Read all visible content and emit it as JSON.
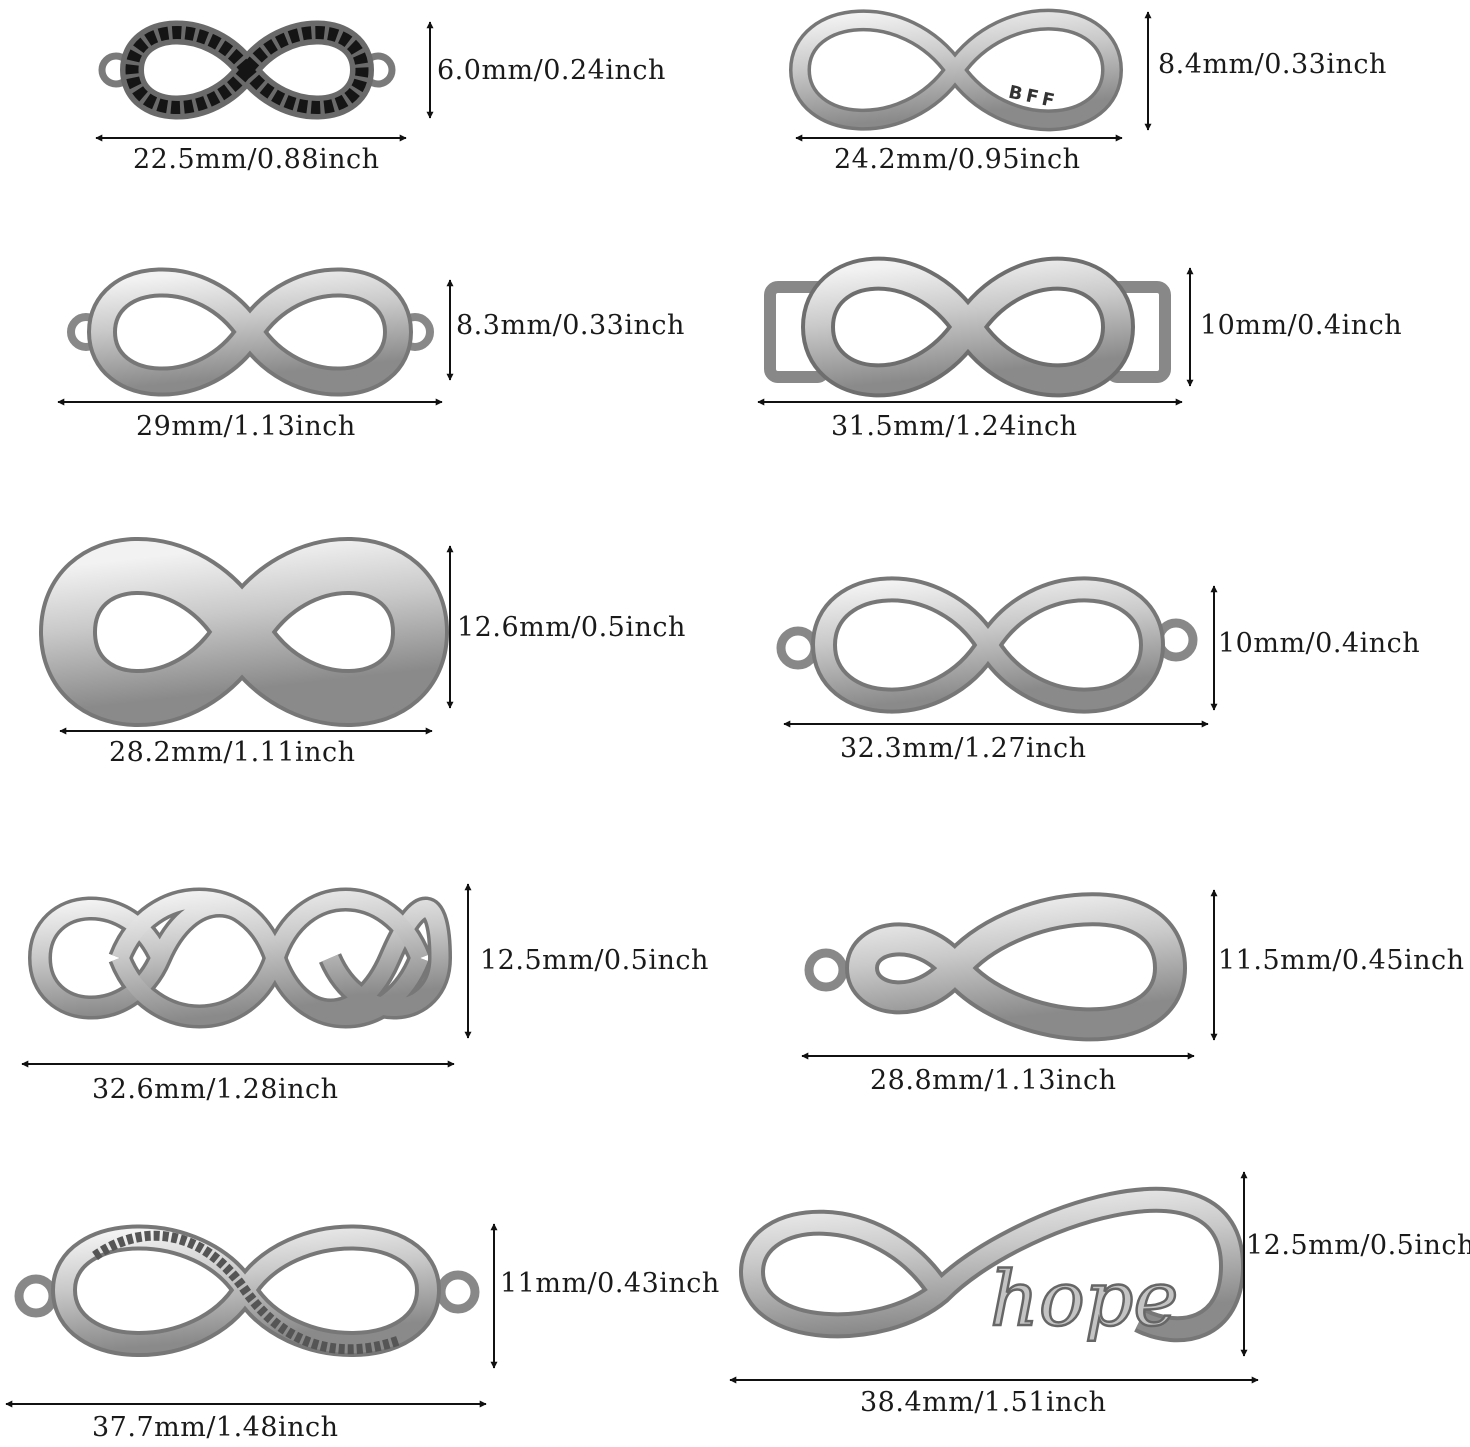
{
  "colors": {
    "metal_light": "#e8e8e8",
    "metal_mid": "#bdbdbd",
    "metal_dark": "#6a6a6a",
    "rhinestone": "#151515",
    "arrow": "#111111",
    "background": "#ffffff"
  },
  "charms": [
    {
      "id": "rhinestone-infinity",
      "width_label": "22.5mm/0.88inch",
      "height_label": "6.0mm/0.24inch"
    },
    {
      "id": "bff-infinity",
      "width_label": "24.2mm/0.95inch",
      "height_label": "8.4mm/0.33inch",
      "engraving": "BFF"
    },
    {
      "id": "loop-infinity",
      "width_label": "29mm/1.13inch",
      "height_label": "8.3mm/0.33inch"
    },
    {
      "id": "bracket-infinity",
      "width_label": "31.5mm/1.24inch",
      "height_label": "10mm/0.4inch"
    },
    {
      "id": "solid-infinity",
      "width_label": "28.2mm/1.11inch",
      "height_label": "12.6mm/0.5inch"
    },
    {
      "id": "thin-loop-infinity",
      "width_label": "32.3mm/1.27inch",
      "height_label": "10mm/0.4inch"
    },
    {
      "id": "double-infinity",
      "width_label": "32.6mm/1.28inch",
      "height_label": "12.5mm/0.5inch"
    },
    {
      "id": "teardrop-infinity",
      "width_label": "28.8mm/1.13inch",
      "height_label": "11.5mm/0.45inch"
    },
    {
      "id": "script-infinity",
      "width_label": "37.7mm/1.48inch",
      "height_label": "11mm/0.43inch"
    },
    {
      "id": "hope-infinity",
      "width_label": "38.4mm/1.51inch",
      "height_label": "12.5mm/0.5inch",
      "engraving": "hope"
    }
  ]
}
